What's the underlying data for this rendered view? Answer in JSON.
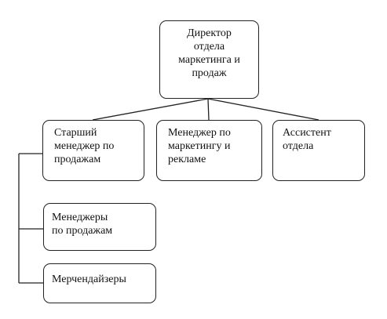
{
  "org_chart": {
    "director": {
      "label": "Директор\nотдела\nмаркетинга и\nпродаж"
    },
    "subordinates": [
      {
        "label": "Старший\nменеджер по\nпродажам"
      },
      {
        "label": "Менеджер по\nмаркетингу и\nрекламе"
      },
      {
        "label": "Ассистент\nотдела"
      }
    ],
    "sales_staff": [
      {
        "label": "Менеджеры\nпо продажам"
      },
      {
        "label": "Мерчендайзеры"
      }
    ]
  }
}
